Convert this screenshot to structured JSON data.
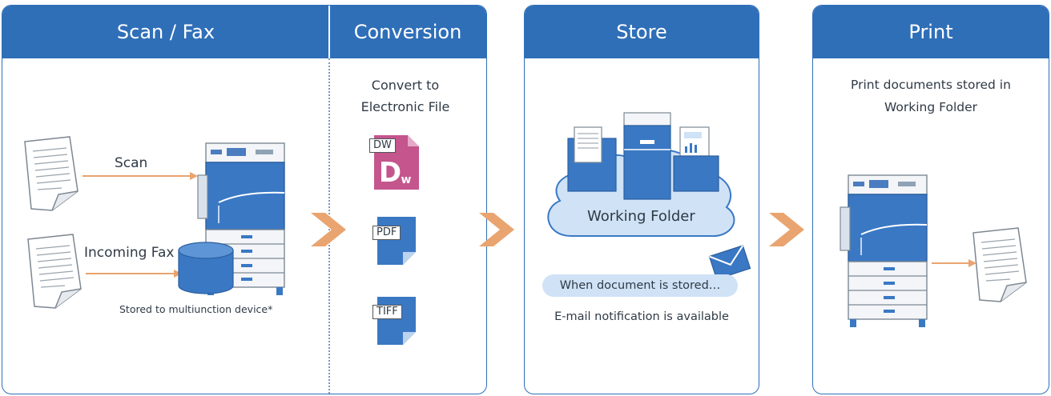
{
  "panels": {
    "scan_fax": {
      "title": "Scan / Fax",
      "scan_label": "Scan",
      "fax_label": "Incoming Fax",
      "stored_note": "Stored to multiunction device*"
    },
    "conversion": {
      "title": "Conversion",
      "heading": "Convert to Electronic File",
      "formats": [
        "DW",
        "PDF",
        "TIFF"
      ]
    },
    "store": {
      "title": "Store",
      "folder_label": "Working Folder",
      "stored_bubble": "When document is stored…",
      "notify_text": "E-mail notification is available"
    },
    "print": {
      "title": "Print",
      "description": "Print documents stored in Working Folder"
    }
  },
  "colors": {
    "header_blue": "#2f6fb8",
    "arrow_orange": "#e9a46f",
    "icon_blue": "#3a78c4",
    "dw_pink": "#c4558d",
    "cloud_light": "#cfe2f6"
  }
}
